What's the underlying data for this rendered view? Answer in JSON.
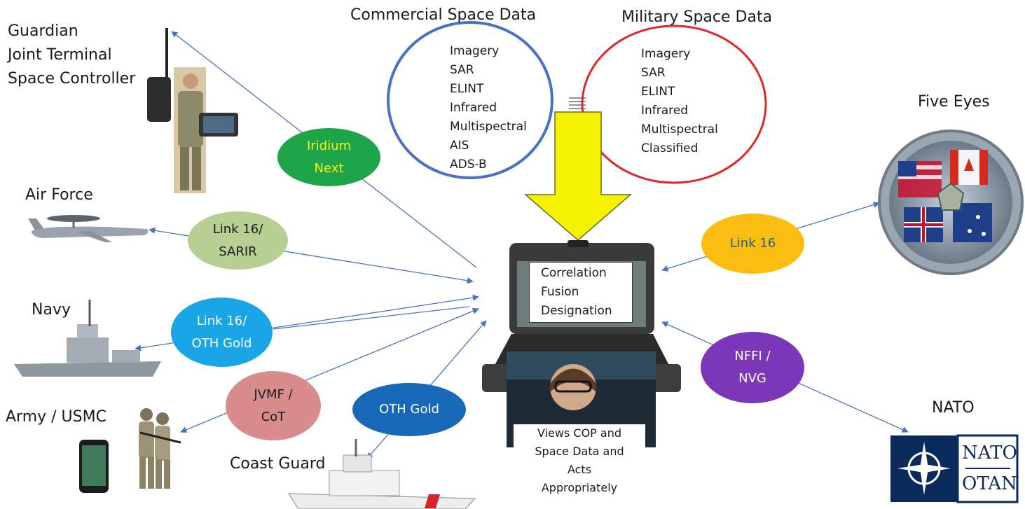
{
  "top": {
    "commercial_title": "Commercial Space Data",
    "military_title": "Military Space Data",
    "commercial_items": [
      "Imagery",
      "SAR",
      "ELINT",
      "Infrared",
      "Multispectral",
      "AIS",
      "ADS-B"
    ],
    "military_items": [
      "Imagery",
      "SAR",
      "ELINT",
      "Infrared",
      "Multispectral",
      "Classified"
    ]
  },
  "nodes": {
    "guardian": [
      "Guardian",
      "Joint Terminal",
      "Space Controller"
    ],
    "air_force": "Air Force",
    "navy": "Navy",
    "army": "Army / USMC",
    "coast_guard": "Coast Guard",
    "five_eyes": "Five Eyes",
    "nato": "NATO",
    "nato_logo_top": "NATO",
    "nato_logo_bottom": "OTAN"
  },
  "links": {
    "iridium": [
      "Iridium",
      "Next"
    ],
    "link16_sarir": [
      "Link 16/",
      "SARIR"
    ],
    "link16_oth": [
      "Link 16/",
      "OTH Gold"
    ],
    "jvmf": [
      "JVMF /",
      "CoT"
    ],
    "oth_gold": "OTH Gold",
    "link16": "Link 16",
    "nffi": [
      "NFFI /",
      "NVG"
    ]
  },
  "center": {
    "screen_lines": [
      "Correlation",
      "Fusion",
      "Designation"
    ],
    "views_lines": [
      "Views COP and",
      "Space Data and",
      "Acts",
      "Appropriately"
    ]
  },
  "colors": {
    "commercial_ring": "#4a72c4",
    "military_ring": "#e0272a",
    "iridium": "#1ea54a",
    "iridium_text": "#f7f216",
    "link16_sarir": "#b7cf93",
    "link16_oth": "#1aa6e6",
    "jvmf": "#d98c8c",
    "oth_gold": "#1769b8",
    "link16": "#fdbd10",
    "link16_text": "#1d5f8a",
    "nffi": "#7c36b8",
    "arrow": "#4a72c4",
    "big_arrow": "#f5f200"
  }
}
